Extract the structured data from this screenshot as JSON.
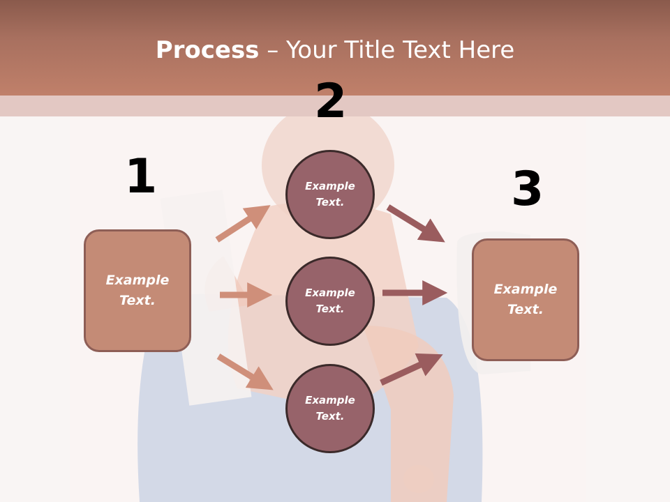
{
  "title": {
    "bold": "Process",
    "rest": " – Your Title Text Here"
  },
  "steps": {
    "one": "1",
    "two": "2",
    "three": "3"
  },
  "left_box": {
    "line1": "Example",
    "line2": "Text."
  },
  "right_box": {
    "line1": "Example",
    "line2": "Text."
  },
  "circles": [
    {
      "line1": "Example",
      "line2": "Text."
    },
    {
      "line1": "Example",
      "line2": "Text."
    },
    {
      "line1": "Example",
      "line2": "Text."
    }
  ],
  "colors": {
    "header": "#b27461",
    "box_fill": "#c48b76",
    "circle_fill": "#97636a",
    "arrow_left": "#cf8f7a",
    "arrow_right": "#9a5c5e"
  }
}
